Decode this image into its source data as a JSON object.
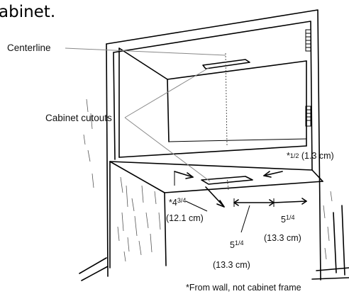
{
  "heading": "abinet.",
  "labels": {
    "centerline": "Centerline",
    "cabinet_cutouts": "Cabinet cutouts",
    "half_inch": "*",
    "half_inch_frac": "1/2",
    "half_inch_metric": " (1.3 cm)",
    "four_three_quarter_star": "*4",
    "four_three_quarter_frac": "3/4",
    "four_three_quarter_metric": "(12.1 cm)",
    "five_quarter_right": "5",
    "five_quarter_right_frac": "1/4",
    "five_quarter_right_metric": "(13.3 cm)",
    "five_quarter_bottom": "5",
    "five_quarter_bottom_frac": "1/4",
    "five_quarter_bottom_metric": "(13.3 cm)",
    "footnote": "*From wall, not cabinet frame"
  }
}
